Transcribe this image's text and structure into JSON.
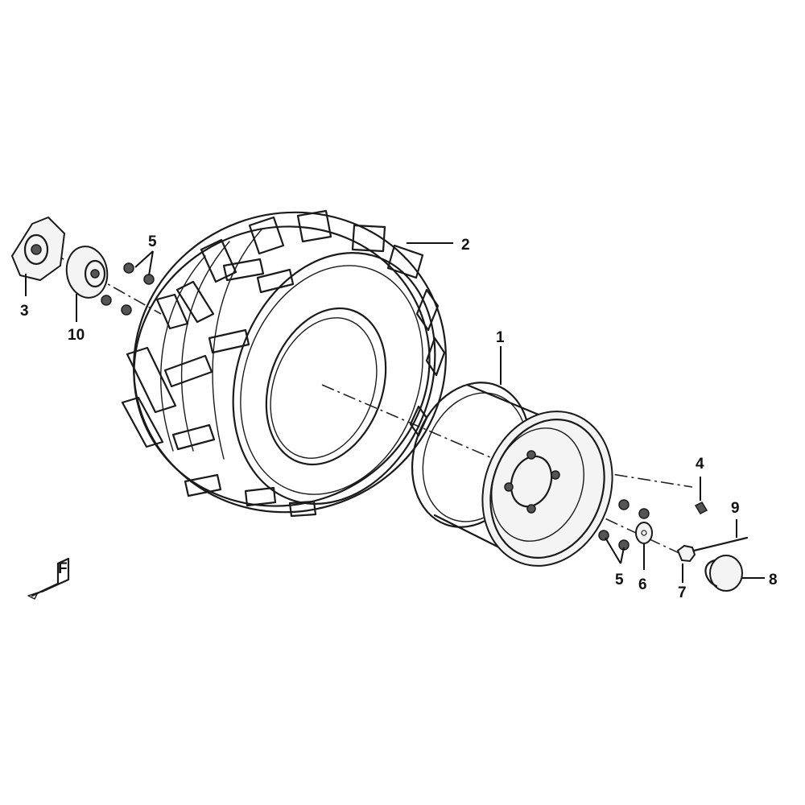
{
  "diagram": {
    "callouts": {
      "c1": "1",
      "c2": "2",
      "c3": "3",
      "c4": "4",
      "c5a": "5",
      "c5b": "5",
      "c6": "6",
      "c7": "7",
      "c8": "8",
      "c9": "9",
      "c10": "10"
    },
    "direction_marker": "F"
  }
}
